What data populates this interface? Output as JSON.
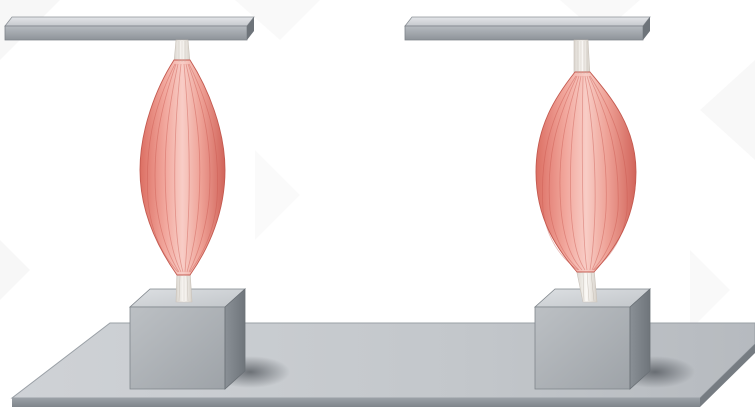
{
  "diagram": {
    "setups": [
      {
        "id": "left",
        "muscle_shape": "slender-fusiform"
      },
      {
        "id": "right",
        "muscle_shape": "bulging-fusiform"
      }
    ]
  },
  "colors": {
    "background": "#ffffff",
    "watermark": "#f0f0f0",
    "bar_top": "#d7dadd",
    "bar_front": "#a9aeb3",
    "bar_side": "#7e848a",
    "base_top": "#c9ccd0",
    "base_front": "#8f959b",
    "block_front": "#aeb3b8",
    "block_top": "#d0d3d6",
    "block_side": "#7a8086",
    "muscle_light": "#f7c9c2",
    "muscle_mid": "#ee9a90",
    "muscle_dark": "#d9685d",
    "tendon": "#f2efea",
    "shadow": "#555a60"
  }
}
